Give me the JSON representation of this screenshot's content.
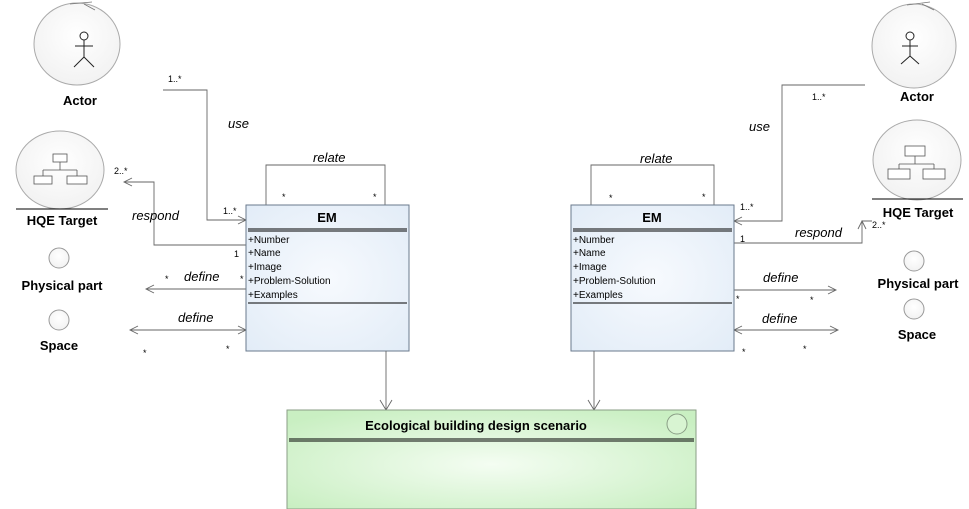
{
  "left": {
    "actor_label": "Actor",
    "target_label": "HQE Target",
    "physical_label": "Physical part",
    "space_label": "Space",
    "use_label": "use",
    "relate_label": "relate",
    "respond_label": "respond",
    "define1_label": "define",
    "define2_label": "define",
    "mult_use_top": "1..*",
    "mult_use_bottom": "1..*",
    "mult_relate_a": "*",
    "mult_relate_b": "*",
    "mult_respond_target": "2..*",
    "mult_respond_em": "1",
    "mult_define1_a": "*",
    "mult_define1_b": "*",
    "mult_define2_a": "*",
    "mult_define2_b": "*"
  },
  "right": {
    "actor_label": "Actor",
    "target_label": "HQE Target",
    "physical_label": "Physical part",
    "space_label": "Space",
    "use_label": "use",
    "relate_label": "relate",
    "respond_label": "respond",
    "define1_label": "define",
    "define2_label": "define",
    "mult_use_top": "1..*",
    "mult_use_bottom": "1..*",
    "mult_relate_a": "*",
    "mult_relate_b": "*",
    "mult_respond_target": "2..*",
    "mult_respond_em": "1",
    "mult_define1_a": "*",
    "mult_define1_b": "*",
    "mult_define2_a": "*",
    "mult_define2_b": "*"
  },
  "em_class": {
    "title": "EM",
    "attributes": [
      "+Number",
      "+Name",
      "+Image",
      "+Problem-Solution",
      "+Examples"
    ]
  },
  "scenario": {
    "title": "Ecological building design scenario"
  },
  "colors": {
    "class_fill": "#e6eef8",
    "scenario_fill": "#d6f4d0",
    "line": "#555555",
    "circle_stroke": "#aaaaaa"
  }
}
